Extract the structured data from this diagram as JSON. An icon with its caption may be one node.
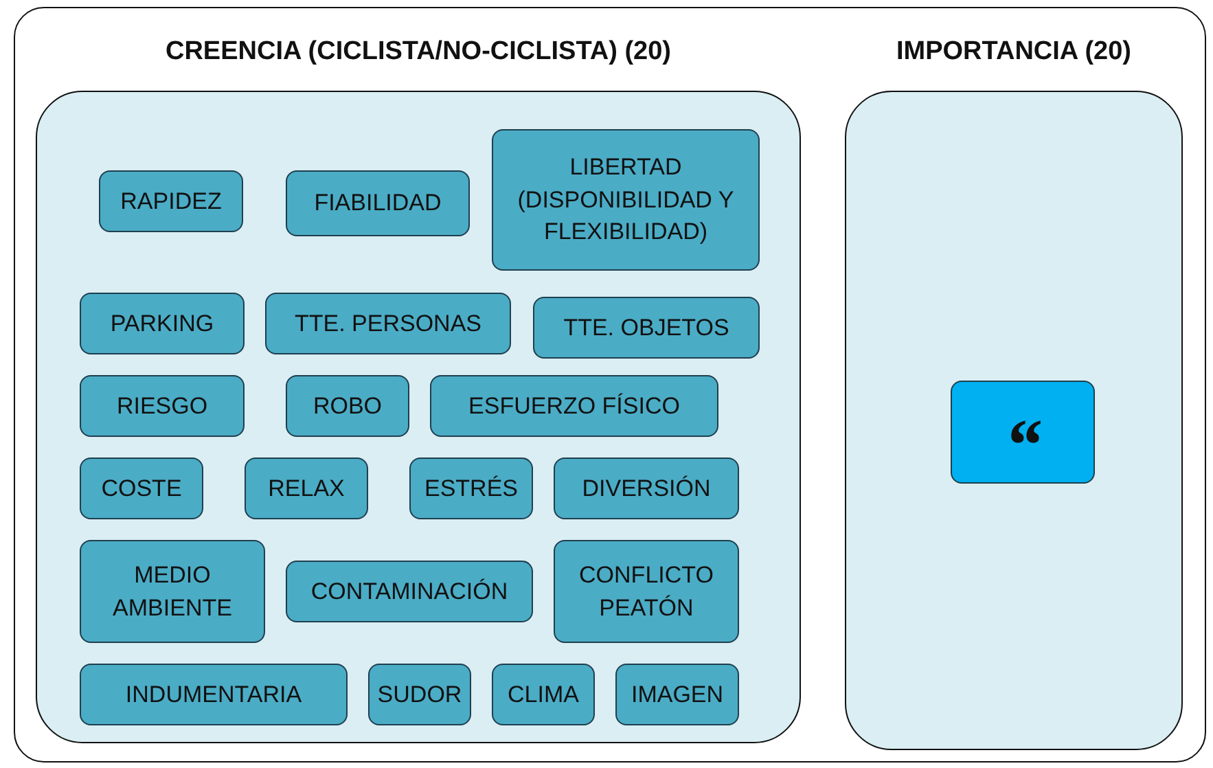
{
  "diagram": {
    "nodes": [
      {
        "text": [],
        "shape": "box"
      },
      {
        "text": [
          "CREENCIA (CICLISTA/NO-CICLISTA) (20)"
        ],
        "in": 0
      },
      {
        "text": [
          "RAPIDEZ"
        ],
        "in": 1
      },
      {
        "text": [
          "FIABILIDAD"
        ],
        "in": 1
      },
      {
        "text": [
          "LIBERTAD (DISPONIBILIDAD Y FLEXIBILIDAD)"
        ],
        "in": 1
      },
      {
        "text": [
          "PARKING"
        ],
        "in": 1
      },
      {
        "text": [
          "TTE. PERSONAS"
        ],
        "in": 1
      },
      {
        "text": [
          "TTE. OBJETOS"
        ],
        "in": 1
      },
      {
        "text": [
          "RIESGO"
        ],
        "in": 1
      },
      {
        "text": [
          "ROBO"
        ],
        "in": 1
      },
      {
        "text": [
          "ESFUERZO FÍSICO"
        ],
        "in": 1
      },
      {
        "text": [
          "COSTE"
        ],
        "in": 1
      },
      {
        "text": [
          "RELAX"
        ],
        "in": 1
      },
      {
        "text": [
          "ESTRÉS"
        ],
        "in": 1
      },
      {
        "text": [
          "DIVERSIÓN"
        ],
        "in": 1
      },
      {
        "text": [
          "MEDIO AMBIENTE"
        ],
        "in": 1
      },
      {
        "text": [
          "CONTAMINACIÓN"
        ],
        "in": 1
      },
      {
        "text": [
          "CONFLICTO PEATÓN"
        ],
        "in": 1
      },
      {
        "text": [
          "INDUMENTARIA"
        ],
        "in": 1
      },
      {
        "text": [
          "SUDOR"
        ],
        "in": 1
      },
      {
        "text": [
          "CLIMA"
        ],
        "in": 1
      },
      {
        "text": [
          "IMAGEN"
        ],
        "in": 1
      },
      {
        "text": [
          "IMPORTANCIA (20)"
        ],
        "in": 0
      },
      {
        "text": [
          "“"
        ],
        "in": 22
      }
    ]
  }
}
